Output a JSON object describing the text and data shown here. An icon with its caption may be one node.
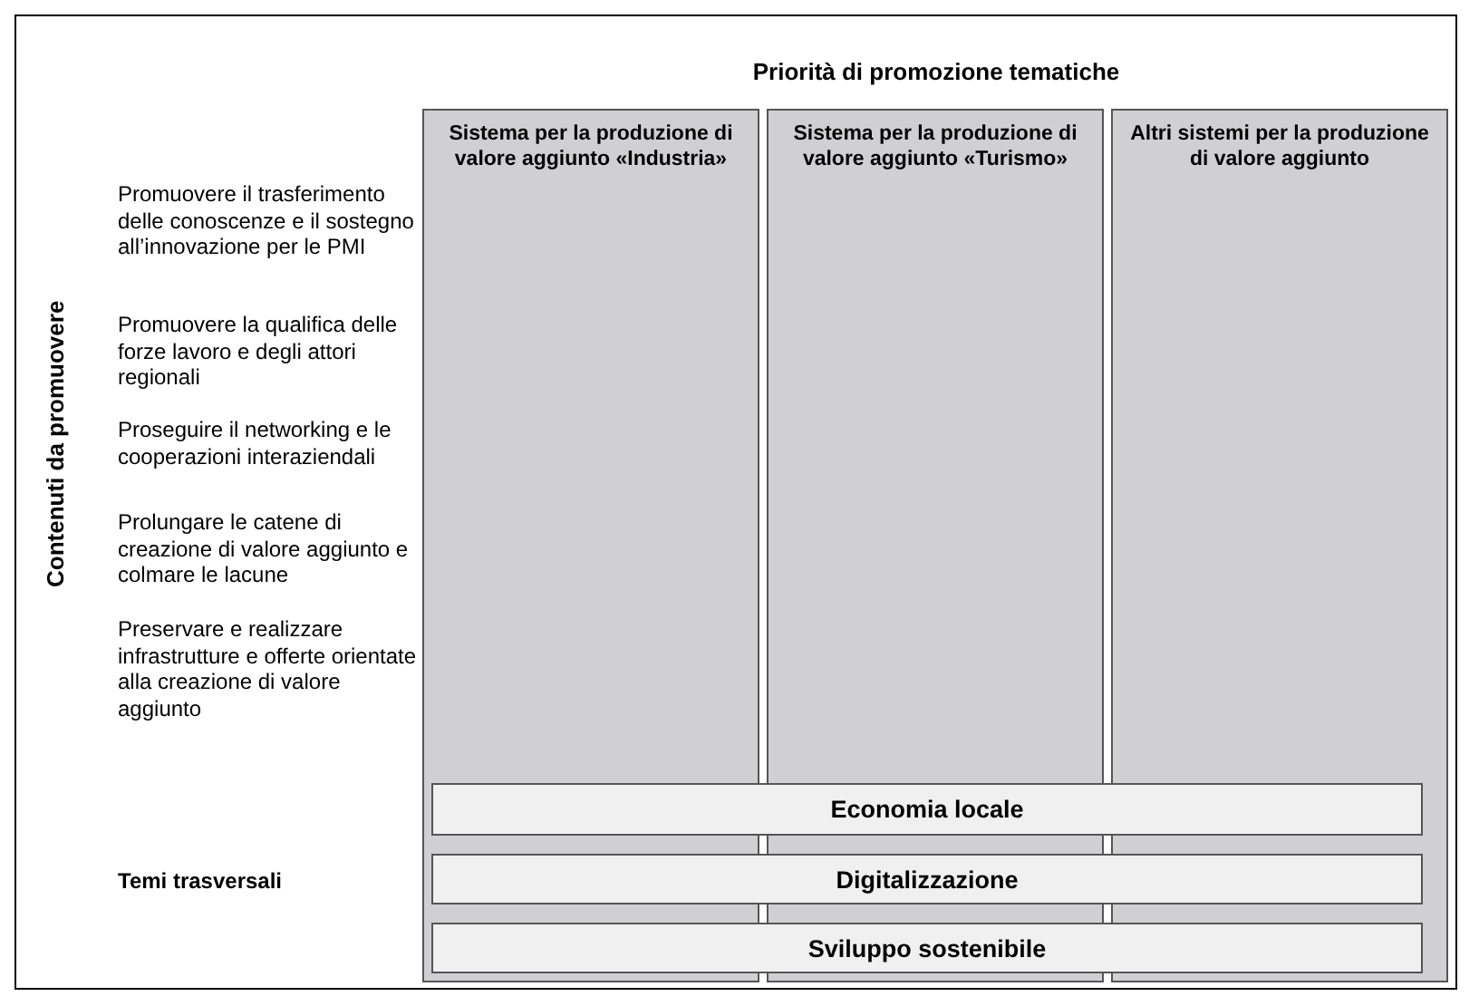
{
  "diagram": {
    "title": "Priorità di promozione tematiche",
    "nodes": [
      {
        "text": [
          "Sistema per la produzione di valore aggiunto «Industria»"
        ]
      },
      {
        "text": [
          "Sistema per la produzione di valore aggiunto «Turismo»"
        ]
      },
      {
        "text": [
          "Altri sistemi per la produzione di valore aggiunto"
        ]
      },
      {
        "text": [
          "Economia locale"
        ]
      },
      {
        "text": [
          "Digitalizzazione"
        ]
      },
      {
        "text": [
          "Sviluppo sostenibile"
        ]
      }
    ],
    "labels": [
      "Contenuti da promuovere",
      "Promuovere il trasferimento delle conoscenze e il sostegno all’innovazione per le PMI",
      "Promuovere la qualifica delle forze lavoro e degli attori regionali",
      "Proseguire il networking e le cooperazioni interaziendali",
      "Prolungare le catene di creazione di valore aggiunto e colmare le lacune",
      "Preservare e realizzare infrastrutture e offerte orientate alla creazione di valore aggiunto",
      "Temi trasversali"
    ]
  }
}
